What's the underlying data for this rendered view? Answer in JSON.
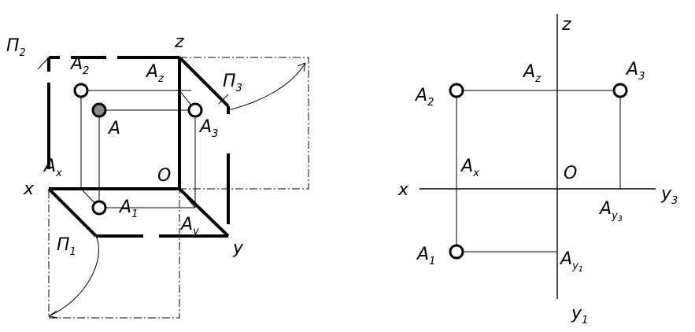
{
  "left_view": {
    "plane_v": {
      "main": "Π",
      "sub": "2"
    },
    "plane_h": {
      "main": "Π",
      "sub": "1"
    },
    "plane_w": {
      "main": "Π",
      "sub": "3"
    },
    "axis_x": "x",
    "axis_y": "y",
    "axis_z": "z",
    "origin": "O",
    "point_a": "A",
    "a1": {
      "main": "A",
      "sub": "1"
    },
    "a2": {
      "main": "A",
      "sub": "2"
    },
    "a3": {
      "main": "A",
      "sub": "3"
    },
    "ax": {
      "main": "A",
      "sub": "x"
    },
    "ay": {
      "main": "A",
      "sub": "y"
    },
    "az": {
      "main": "A",
      "sub": "z"
    }
  },
  "right_view": {
    "axis_x": "x",
    "axis_z": "z",
    "axis_y1": {
      "main": "y",
      "sub": "1"
    },
    "axis_y3": {
      "main": "y",
      "sub": "3"
    },
    "origin": "O",
    "a1": {
      "main": "A",
      "sub": "1"
    },
    "a2": {
      "main": "A",
      "sub": "2"
    },
    "a3": {
      "main": "A",
      "sub": "3"
    },
    "ax": {
      "main": "A",
      "sub": "x"
    },
    "az": {
      "main": "A",
      "sub": "z"
    },
    "ay1": {
      "main": "A",
      "sub": "y",
      "sub2": "1"
    },
    "ay3": {
      "main": "A",
      "sub": "y",
      "sub2": "3"
    }
  }
}
